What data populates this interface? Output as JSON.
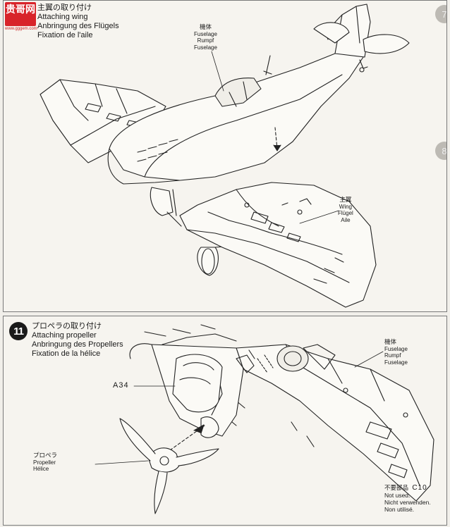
{
  "watermark": {
    "cn_logo": "贵哥网",
    "url": "www.gggem.com"
  },
  "step10": {
    "title_jp": "主翼の取り付け",
    "title_en": "Attaching wing",
    "title_de": "Anbringung des Flügels",
    "title_fr": "Fixation de l'aile",
    "fuselage": {
      "jp": "機体",
      "en": "Fuselage",
      "de": "Rumpf",
      "fr": "Fuselage"
    },
    "wing": {
      "jp": "主翼",
      "en": "Wing",
      "de": "Flügel",
      "fr": "Aile"
    },
    "neighbor_steps": [
      "7",
      "8"
    ]
  },
  "step11": {
    "number": "11",
    "title_jp": "プロペラの取り付け",
    "title_en": "Attaching propeller",
    "title_de": "Anbringung des Propellers",
    "title_fr": "Fixation de la hélice",
    "part_a34": "A34",
    "fuselage": {
      "jp": "機体",
      "en": "Fuselage",
      "de": "Rumpf",
      "fr": "Fuselage"
    },
    "propeller": {
      "jp": "プロペラ",
      "en": "Propeller",
      "fr": "Hélice"
    },
    "unused": {
      "jp": "不要部品",
      "code": "C10",
      "en": "Not used.",
      "de": "Nicht verwenden.",
      "fr": "Non utilisé."
    }
  },
  "colors": {
    "ink": "#1a1a1a",
    "paper": "#f6f4ef",
    "watermark_red": "#d8242a"
  }
}
